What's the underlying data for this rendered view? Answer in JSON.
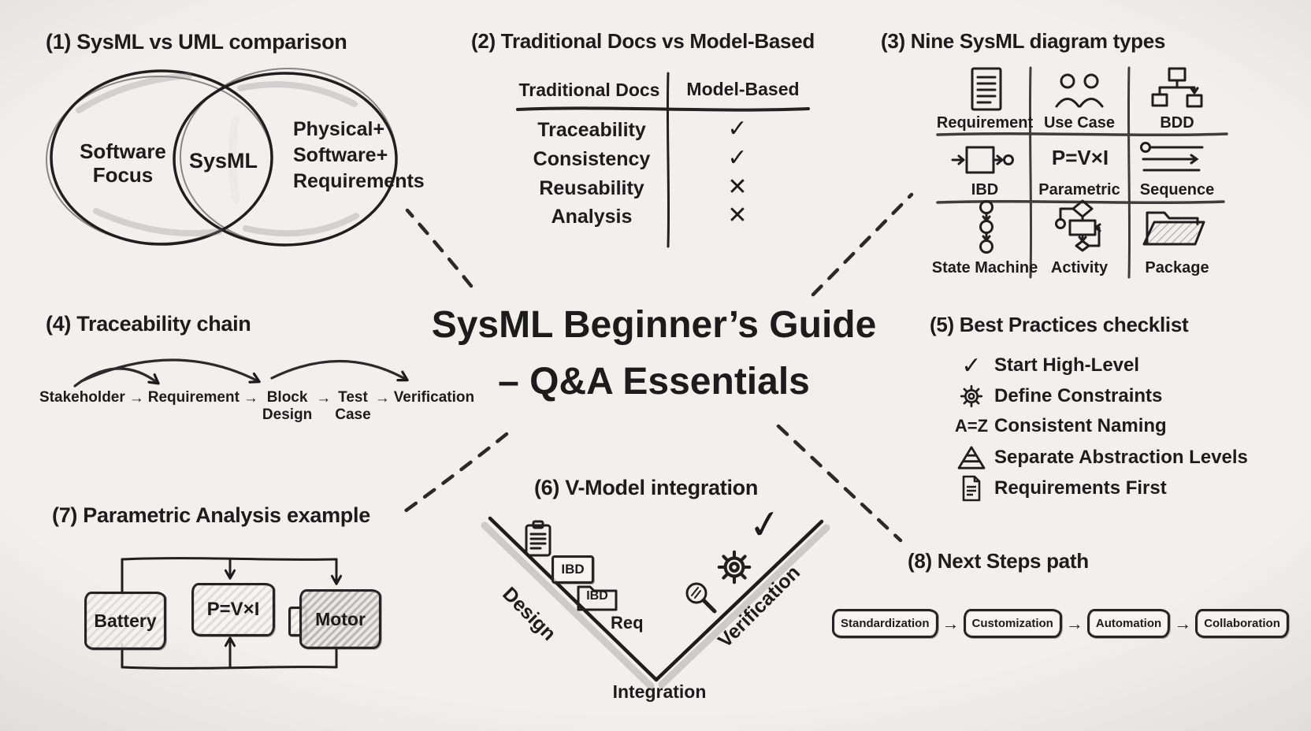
{
  "center_title": {
    "line1": "SysML Beginner’s Guide",
    "line2": "– Q&A Essentials"
  },
  "s1": {
    "title": "(1) SysML vs UML comparison",
    "venn": {
      "left_line1": "Software",
      "left_line2": "Focus",
      "middle": "SysML",
      "right_line1": "Physical+",
      "right_line2": "Software+",
      "right_line3": "Requirements"
    }
  },
  "s2": {
    "title": "(2) Traditional Docs vs Model-Based",
    "col1": "Traditional Docs",
    "col2": "Model-Based",
    "rows": [
      {
        "feature": "Traceability",
        "mark": "✓"
      },
      {
        "feature": "Consistency",
        "mark": "✓"
      },
      {
        "feature": "Reusability",
        "mark": "✕"
      },
      {
        "feature": "Analysis",
        "mark": "✕"
      }
    ]
  },
  "s3": {
    "title": "(3) Nine SysML diagram types",
    "cells": [
      {
        "label": "Requirement"
      },
      {
        "label": "Use Case"
      },
      {
        "label": "BDD"
      },
      {
        "label": "IBD"
      },
      {
        "label": "Parametric",
        "formula": "P=V×I"
      },
      {
        "label": "Sequence"
      },
      {
        "label": "State Machine"
      },
      {
        "label": "Activity"
      },
      {
        "label": "Package"
      }
    ]
  },
  "s4": {
    "title": "(4) Traceability chain",
    "arrow": "→",
    "nodes": [
      {
        "line1": "Stakeholder",
        "line2": ""
      },
      {
        "line1": "Requirement",
        "line2": ""
      },
      {
        "line1": "Block",
        "line2": "Design"
      },
      {
        "line1": "Test",
        "line2": "Case"
      },
      {
        "line1": "Verification",
        "line2": ""
      }
    ]
  },
  "s5": {
    "title": "(5) Best Practices checklist",
    "check_glyph": "✓",
    "az_glyph": "A=Z",
    "items": [
      {
        "label": "Start High-Level"
      },
      {
        "label": "Define Constraints"
      },
      {
        "label": "Consistent Naming"
      },
      {
        "label": "Separate Abstraction Levels"
      },
      {
        "label": "Requirements First"
      }
    ]
  },
  "s6": {
    "title": "(6) V-Model integration",
    "left_slope": "Design",
    "right_slope": "Verification",
    "bottom": "Integration",
    "req": "Req",
    "ibd_box": "IBD",
    "ibd_folder": "IBD",
    "check_glyph": "✓"
  },
  "s7": {
    "title": "(7) Parametric Analysis example",
    "battery": "Battery",
    "formula": "P=V×I",
    "motor": "Motor"
  },
  "s8": {
    "title": "(8) Next Steps path",
    "arrow": "→",
    "steps": [
      "Standardization",
      "Customization",
      "Automation",
      "Collaboration"
    ]
  },
  "colors": {
    "ink": "#1c1c1c",
    "paper": "#f1efeb",
    "pencil_shade": "#8a8a8a"
  }
}
